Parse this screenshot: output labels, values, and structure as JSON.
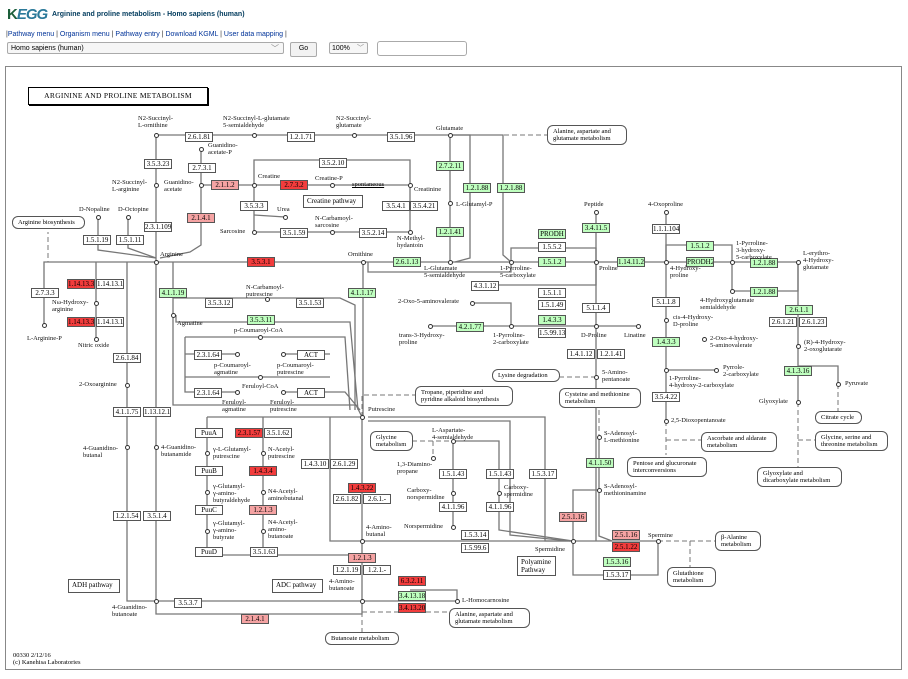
{
  "header": {
    "logo": "KEGG",
    "title": "Arginine and proline metabolism - Homo sapiens (human)",
    "menu": [
      "Pathway menu",
      "Organism menu",
      "Pathway entry",
      "Download KGML",
      "User data mapping"
    ],
    "organism_select": "Homo sapiens (human)",
    "go_label": "Go",
    "zoom_select": "100%",
    "search_value": ""
  },
  "colors": {
    "red": "#f23c3c",
    "pink": "#f5a3a3",
    "green": "#bfffbf",
    "none": "#ffffff",
    "line": "#777777"
  },
  "map": {
    "title": "ARGININE AND PROLINE METABOLISM",
    "footer_id": "00330 2/12/16",
    "footer_copyright": "(c) Kanehisa Laboratories",
    "spontaneous": "spontaneous",
    "enzymes": [
      {
        "label": "2.6.1.81",
        "state": "none"
      },
      {
        "label": "1.2.1.71",
        "state": "none"
      },
      {
        "label": "3.5.1.96",
        "state": "none"
      },
      {
        "label": "3.5.3.23",
        "state": "none"
      },
      {
        "label": "2.7.3.1",
        "state": "none"
      },
      {
        "label": "2.1.1.2",
        "state": "pink"
      },
      {
        "label": "2.7.3.2",
        "state": "red"
      },
      {
        "label": "3.5.2.10",
        "state": "none"
      },
      {
        "label": "3.5.3.3",
        "state": "none"
      },
      {
        "label": "3.5.4.1",
        "state": "none"
      },
      {
        "label": "3.5.4.21",
        "state": "none"
      },
      {
        "label": "1.5.1.19",
        "state": "none"
      },
      {
        "label": "1.5.1.11",
        "state": "none"
      },
      {
        "label": "2.3.1.109",
        "state": "none"
      },
      {
        "label": "2.1.4.1",
        "state": "pink"
      },
      {
        "label": "3.5.1.59",
        "state": "none"
      },
      {
        "label": "3.5.2.14",
        "state": "none"
      },
      {
        "label": "3.5.3.1",
        "state": "red"
      },
      {
        "label": "2.6.1.13",
        "state": "green"
      },
      {
        "label": "1.14.13.39",
        "state": "red"
      },
      {
        "label": "1.14.13.165",
        "state": "none"
      },
      {
        "label": "2.7.3.3",
        "state": "none"
      },
      {
        "label": "4.1.1.19",
        "state": "green"
      },
      {
        "label": "3.5.3.12",
        "state": "none"
      },
      {
        "label": "3.5.1.53",
        "state": "none"
      },
      {
        "label": "4.1.1.17",
        "state": "green"
      },
      {
        "label": "3.5.3.11",
        "state": "green"
      },
      {
        "label": "1.14.13.39",
        "state": "red"
      },
      {
        "label": "1.14.13.165",
        "state": "none"
      },
      {
        "label": "2.3.1.64",
        "state": "none"
      },
      {
        "label": "ACT",
        "state": "none"
      },
      {
        "label": "2.6.1.84",
        "state": "none"
      },
      {
        "label": "2.3.1.64",
        "state": "none"
      },
      {
        "label": "ACT",
        "state": "none"
      },
      {
        "label": "4.1.1.75",
        "state": "none"
      },
      {
        "label": "1.13.12.1",
        "state": "none"
      },
      {
        "label": "PuuA",
        "state": "none"
      },
      {
        "label": "2.3.1.57",
        "state": "red"
      },
      {
        "label": "3.5.1.62",
        "state": "none"
      },
      {
        "label": "PuuB",
        "state": "none"
      },
      {
        "label": "1.4.3.4",
        "state": "red"
      },
      {
        "label": "1.4.3.10",
        "state": "none"
      },
      {
        "label": "2.6.1.29",
        "state": "none"
      },
      {
        "label": "1.4.3.22",
        "state": "red"
      },
      {
        "label": "2.6.1.82",
        "state": "none"
      },
      {
        "label": "2.6.1.-",
        "state": "none"
      },
      {
        "label": "PuuC",
        "state": "none"
      },
      {
        "label": "1.2.1.3",
        "state": "pink"
      },
      {
        "label": "1.2.1.54",
        "state": "none"
      },
      {
        "label": "3.5.1.4",
        "state": "none"
      },
      {
        "label": "PuuD",
        "state": "none"
      },
      {
        "label": "3.5.1.63",
        "state": "none"
      },
      {
        "label": "1.2.1.3",
        "state": "pink"
      },
      {
        "label": "1.2.1.19",
        "state": "none"
      },
      {
        "label": "1.2.1.-",
        "state": "none"
      },
      {
        "label": "6.3.2.11",
        "state": "red"
      },
      {
        "label": "3.4.13.18",
        "state": "green"
      },
      {
        "label": "3.4.13.20",
        "state": "red"
      },
      {
        "label": "3.5.3.7",
        "state": "none"
      },
      {
        "label": "2.1.4.1",
        "state": "pink"
      },
      {
        "label": "2.7.2.11",
        "state": "green"
      },
      {
        "label": "1.2.1.88",
        "state": "green"
      },
      {
        "label": "1.2.1.88",
        "state": "green"
      },
      {
        "label": "1.2.1.41",
        "state": "green"
      },
      {
        "label": "PRODH",
        "state": "green"
      },
      {
        "label": "1.5.5.2",
        "state": "none"
      },
      {
        "label": "3.4.11.5",
        "state": "green"
      },
      {
        "label": "1.1.1.104",
        "state": "none"
      },
      {
        "label": "1.5.1.2",
        "state": "green"
      },
      {
        "label": "1.14.11.2",
        "state": "green"
      },
      {
        "label": "1.5.1.2",
        "state": "green"
      },
      {
        "label": "PRODH2",
        "state": "green"
      },
      {
        "label": "1.2.1.88",
        "state": "green"
      },
      {
        "label": "1.2.1.88",
        "state": "green"
      },
      {
        "label": "4.3.1.12",
        "state": "none"
      },
      {
        "label": "1.5.1.1",
        "state": "none"
      },
      {
        "label": "1.5.1.49",
        "state": "none"
      },
      {
        "label": "5.1.1.4",
        "state": "none"
      },
      {
        "label": "5.1.1.8",
        "state": "none"
      },
      {
        "label": "2.6.1.1",
        "state": "green"
      },
      {
        "label": "2.6.1.21",
        "state": "none"
      },
      {
        "label": "2.6.1.23",
        "state": "none"
      },
      {
        "label": "4.2.1.77",
        "state": "green"
      },
      {
        "label": "1.4.3.3",
        "state": "green"
      },
      {
        "label": "1.5.99.13",
        "state": "none"
      },
      {
        "label": "1.4.3.3",
        "state": "green"
      },
      {
        "label": "1.4.1.12",
        "state": "none"
      },
      {
        "label": "1.2.1.41",
        "state": "none"
      },
      {
        "label": "4.1.3.16",
        "state": "green"
      },
      {
        "label": "3.5.4.22",
        "state": "none"
      },
      {
        "label": "4.1.1.50",
        "state": "green"
      },
      {
        "label": "1.5.1.43",
        "state": "none"
      },
      {
        "label": "1.5.1.43",
        "state": "none"
      },
      {
        "label": "1.5.3.17",
        "state": "none"
      },
      {
        "label": "4.1.1.96",
        "state": "none"
      },
      {
        "label": "4.1.1.96",
        "state": "none"
      },
      {
        "label": "2.5.1.16",
        "state": "pink"
      },
      {
        "label": "1.5.3.14",
        "state": "none"
      },
      {
        "label": "1.5.99.6",
        "state": "none"
      },
      {
        "label": "2.5.1.16",
        "state": "pink"
      },
      {
        "label": "2.5.1.22",
        "state": "red"
      },
      {
        "label": "1.5.3.16",
        "state": "green"
      },
      {
        "label": "1.5.3.17",
        "state": "none"
      }
    ],
    "pathway_boxes": [
      "Creatine pathway",
      "ADH pathway",
      "ADC pathway",
      "Polyamine\nPathway"
    ],
    "map_links": [
      "Arginine biosynthesis",
      "Alanine, aspartate and\nglutamate metabolism",
      "Lysine degradation",
      "Tropane, piperidine and\npyridine alkaloid biosynthesis",
      "Cysteine and methionine\nmetabolism",
      "Glycine\nmetabolism",
      "Pentose and glucuronate\ninterconversions",
      "Ascorbate and aldarate\nmetabolism",
      "Citrate cycle",
      "Glycine, serine and\nthreonine metabolism",
      "Glyoxylate and\ndicarboxylate metabolism",
      "β-Alanine\nmetabolism",
      "Glutathione\nmetabolism",
      "Alanine, aspartate and\nglutamate metabolism",
      "Butanoate metabolism"
    ],
    "compounds": [
      "N2-Succinyl-\nL-ornithine",
      "N2-Succinyl-L-glutamate\n5-semialdehyde",
      "N2-Succinyl-\nglutamate",
      "Glutamate",
      "Guanidino-\nacetate-P",
      "N2-Succinyl-\nL-arginine",
      "Guanidino-\nacetate",
      "Creatine",
      "Creatine-P",
      "Creatinine",
      "L-Glutamyl-P",
      "D-Nopaline",
      "D-Octopine",
      "Urea",
      "N-Carbamoyl-\nsarcosine",
      "Sarcosine",
      "N-Methyl-\nhydantoin",
      "Arginine",
      "Ornithine",
      "L-Glutamate\n5-semialdehyde",
      "1-Pyrroline-\n5-carboxylate",
      "Proline",
      "Peptide",
      "4-Oxoproline",
      "4-Hydroxy-\nproline",
      "1-Pyrroline-\n3-hydroxy-\n5-carboxylate",
      "L-erythro-\n4-Hydroxy-\nglutamate",
      "4-Hydroxyglutamate\nsemialdehyde",
      "N-Carbamoyl-\nputrescine",
      "Nω-Hydroxy-\narginine",
      "2-Oxo-5-aminovalerate",
      "cis-4-Hydroxy-\nD-proline",
      "(R)-4-Hydroxy-\n2-oxoglutarate",
      "L-Arginine-P",
      "Agmatine",
      "trans-3-Hydroxy-\nproline",
      "1-Pyrroline-\n2-carboxylate",
      "D-Proline",
      "Linatine",
      "Nitric oxide",
      "p-Coumaroyl-CoA",
      "2-Oxo-4-hydroxy-\n5-aminovalerate",
      "p-Coumaroyl-\nagmatine",
      "p-Coumaroyl-\nputrescine",
      "2-Oxoarginine",
      "Feruloyl-CoA",
      "Pyrrole-\n2-carboxylate",
      "1-Pyrroline-\n4-hydroxy-2-carboxylate",
      "5-Amino-\npentanoate",
      "Pyruvate",
      "Feruloyl-\nagmatine",
      "Feruloyl-\nputrescine",
      "Glyoxylate",
      "Putrescine",
      "2,5-Dioxopentanoate",
      "γ-L-Glutamyl-\nputrescine",
      "N-Acetyl-\nputrescine",
      "L-Aspartate-\n4-semialdehyde",
      "S-Adenosyl-\nL-methionine",
      "4-Guanidino-\nbutanal",
      "4-Guanidino-\nbutanamide",
      "1,3-Diamino-\npropane",
      "γ-Glutamyl-\nγ-amino-\nbutyraldehyde",
      "N4-Acetyl-\naminobutanal",
      "Carboxy-\nnorspermidine",
      "Carboxy-\nspermidine",
      "S-Adenosyl-\nmethioninamine",
      "Norspermidine",
      "γ-Glutamyl-\nγ-amino-\nbutyrate",
      "N4-Acetyl-\namino-\nbutanoate",
      "4-Amino-\nbutanal",
      "Spermidine",
      "Spermine",
      "4-Amino-\nbutanoate",
      "L-Homocarnosine",
      "4-Guanidino-\nbutanoate"
    ]
  }
}
